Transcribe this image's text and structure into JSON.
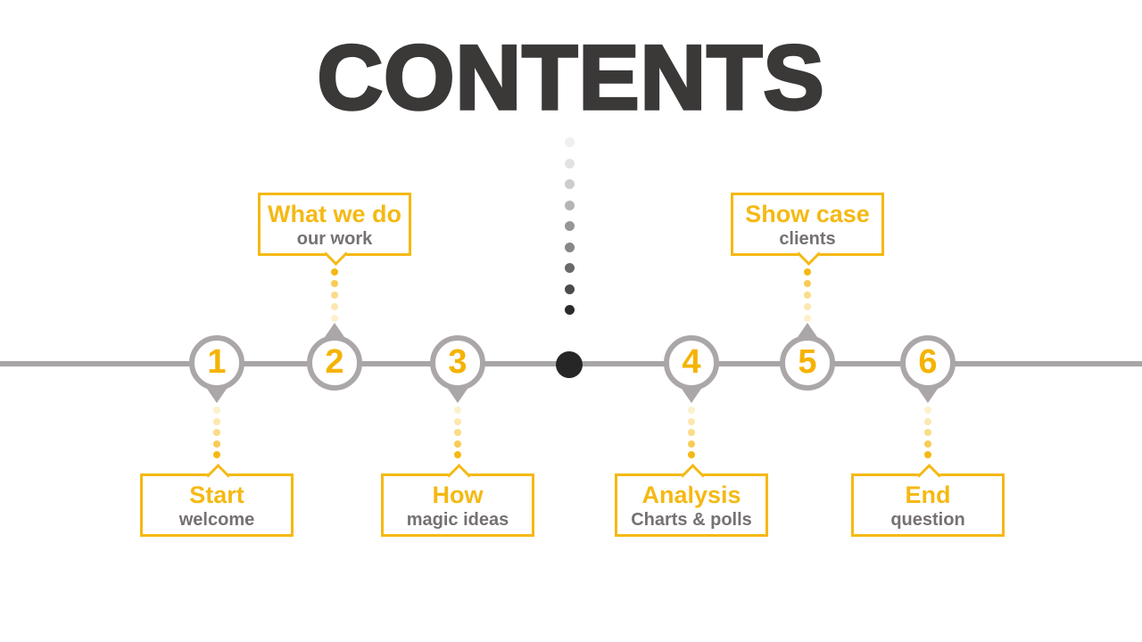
{
  "slide": {
    "title": "CONTENTS"
  },
  "colors": {
    "accent_yellow": "#F5B914",
    "number_yellow": "#F5B301",
    "timeline_gray": "#A8A5A5",
    "circle_gray": "#ABA7A8",
    "title_dark": "#3B3838",
    "subtitle_gray": "#767171",
    "center_dot_black": "#262626"
  },
  "timeline": {
    "items": [
      {
        "number": "1",
        "label": "Start",
        "sublabel": "welcome",
        "callout_position": "below"
      },
      {
        "number": "2",
        "label": "What we do",
        "sublabel": "our work",
        "callout_position": "above"
      },
      {
        "number": "3",
        "label": "How",
        "sublabel": "magic ideas",
        "callout_position": "below"
      },
      {
        "number": "4",
        "label": "Analysis",
        "sublabel": "Charts & polls",
        "callout_position": "below"
      },
      {
        "number": "5",
        "label": "Show case",
        "sublabel": "clients",
        "callout_position": "above"
      },
      {
        "number": "6",
        "label": "End",
        "sublabel": "question",
        "callout_position": "below"
      }
    ]
  }
}
